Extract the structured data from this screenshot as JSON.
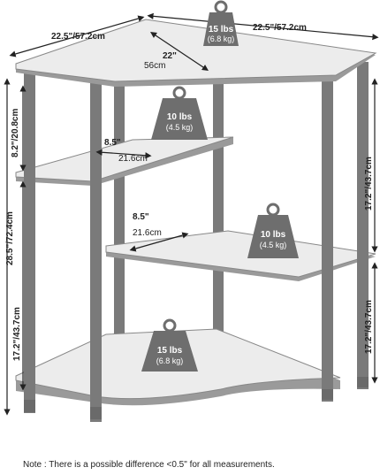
{
  "dimensions": {
    "width_left": "22.5\"/57.2cm",
    "width_right": "22.5\"/57.2cm",
    "depth": "22\"",
    "depth_cm": "56cm",
    "height_left": "28.5\"/72.4cm",
    "height_right": "17.2\"/43.7cm",
    "lower_height_left": "17.2\"/43.7cm",
    "upper_gap": "8.2\"/20.8cm",
    "lower_gap_right": "17.2\"/43.7cm",
    "shelf_upper_in": "8.5\"",
    "shelf_upper_cm": "21.6cm",
    "shelf_middle_in": "8.5\"",
    "shelf_middle_cm": "21.6cm"
  },
  "weights": [
    {
      "lbs": "15 lbs",
      "kg": "(6.8 kg)"
    },
    {
      "lbs": "10 lbs",
      "kg": "(4.5 kg)"
    },
    {
      "lbs": "10 lbs",
      "kg": "(4.5 kg)"
    },
    {
      "lbs": "15 lbs",
      "kg": "(6.8 kg)"
    }
  ],
  "note": "Note : There is a possible difference <0.5\" for all measurements.",
  "colors": {
    "shelf": "#ececec",
    "post": "#777777",
    "weight": "#6e6e6e"
  }
}
